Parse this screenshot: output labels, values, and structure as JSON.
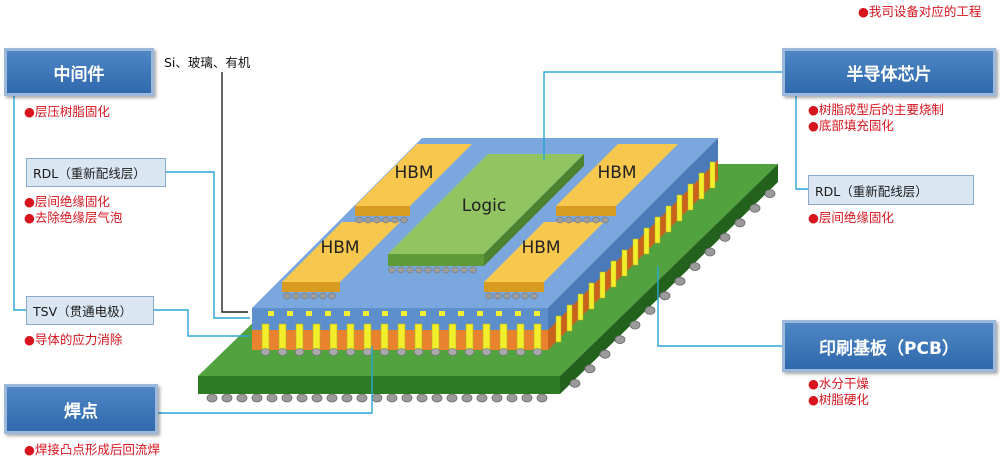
{
  "header_note": "●我司设备对应的工程",
  "materials_text": "Si、玻璃、有机",
  "chips": {
    "hbm": "HBM",
    "logic": "Logic"
  },
  "left": {
    "interposer": {
      "title": "中间件",
      "notes": [
        "●层压树脂固化"
      ]
    },
    "rdl": {
      "label": "RDL（重新配线层）",
      "notes": [
        "●层间绝缘固化",
        "●去除绝缘层气泡"
      ]
    },
    "tsv": {
      "label": "TSV（贯通电极）",
      "notes": [
        "●导体的应力消除"
      ]
    },
    "solder": {
      "title": "焊点",
      "notes": [
        "●焊接凸点形成后回流焊"
      ]
    }
  },
  "right": {
    "semiconductor": {
      "title": "半导体芯片",
      "notes": [
        "●树脂成型后的主要烧制",
        "●底部填充固化"
      ]
    },
    "rdl": {
      "label": "RDL（重新配线层）",
      "notes": [
        "●层间绝缘固化"
      ]
    },
    "pcb": {
      "title": "印刷基板（PCB）",
      "notes": [
        "●水分干燥",
        "●树脂硬化"
      ]
    }
  },
  "colors": {
    "label_box": "#3a76b8",
    "sub_box": "#dbe6f3",
    "note_text": "#d6141e",
    "pcb": "#4a9a3a",
    "interposer": "#6f9fd8",
    "orange_layer": "#e07a2e",
    "hbm": "#f6c44a",
    "logic": "#8cbf5c",
    "leader_line": "#29a8d8"
  }
}
